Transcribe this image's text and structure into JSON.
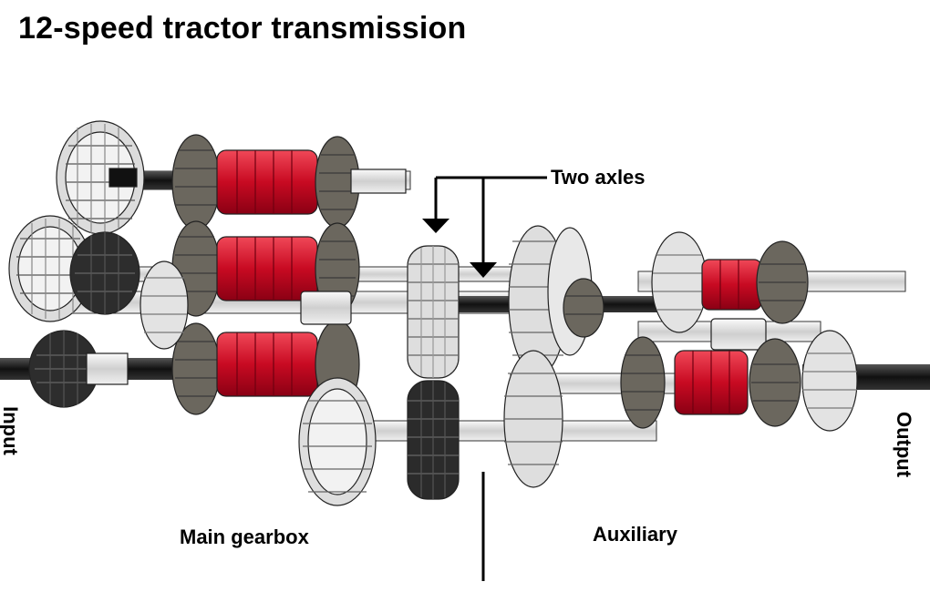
{
  "title": "12-speed tractor transmission",
  "labels": {
    "two_axles": "Two axles",
    "main_gearbox": "Main gearbox",
    "auxiliary": "Auxiliary",
    "input": "Input",
    "output": "Output"
  },
  "colors": {
    "axle_dark": "#262626",
    "axle_light": "#e6e6e6",
    "gear_light": "#e8e8e8",
    "gear_dark": "#6b675e",
    "gear_black": "#2b2b2b",
    "clutch_red": "#d8102a",
    "outline": "#222222"
  }
}
